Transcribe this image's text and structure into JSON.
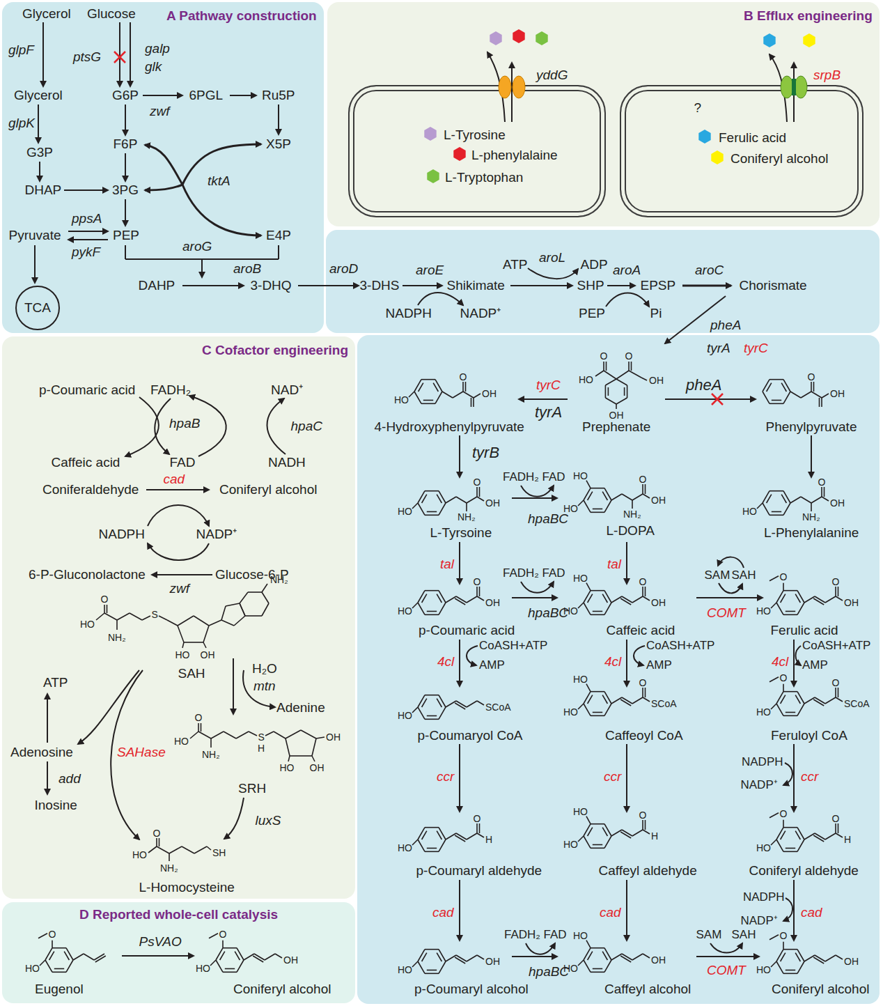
{
  "diagram": {
    "nodes": [
      {
        "text": [
          "A Pathway construction"
        ]
      },
      {
        "text": [
          "TCA"
        ],
        "in": 0
      },
      {
        "text": [
          "B Efflux engineering"
        ]
      },
      {
        "text": [
          "L-Tyrosine",
          "L-phenylalaine",
          "L-Tryptophan"
        ],
        "in": 2
      },
      {
        "text": [
          "?",
          "Ferulic acid",
          "Coniferyl alcohol"
        ],
        "in": 2
      },
      {
        "text": [
          "C Cofactor engineering"
        ]
      },
      {
        "text": [
          "D Reported whole-cell catalysis"
        ]
      }
    ],
    "labels": [
      "Glycerol",
      "Glucose",
      "glpF",
      "ptsG",
      "galp",
      "glk",
      "Glycerol",
      "G6P",
      "zwf",
      "6PGL",
      "Ru5P",
      "glpK",
      "G3P",
      "F6P",
      "X5P",
      "tktA",
      "DHAP",
      "3PG",
      "ppsA",
      "Pyruvate",
      "PEP",
      "E4P",
      "pykF",
      "aroG",
      "DAHP",
      "aroB",
      "3-DHQ",
      "aroD",
      "3-DHS",
      "aroE",
      "Shikimate",
      "ATP",
      "aroL",
      "ADP",
      "NADPH",
      "NADP⁺",
      "SHP",
      "aroA",
      "EPSP",
      "aroC",
      "Chorismate",
      "PEP",
      "Pi",
      "yddG",
      "srpB",
      "pheA",
      "tyrA",
      "tyrC",
      "tyrC",
      "tyrA",
      "4-Hydroxyphenylpyruvate",
      "Prephenate",
      "pheA",
      "Phenylpyruvate",
      "tyrB",
      "FADH₂",
      "FAD",
      "hpaBC",
      "L-Tyrsoine",
      "L-DOPA",
      "L-Phenylalanine",
      "tal",
      "tal",
      "SAM",
      "SAH",
      "FADH₂",
      "FAD",
      "hpaBC",
      "COMT",
      "p-Coumaric acid",
      "Caffeic acid",
      "Ferulic acid",
      "4cl",
      "CoASH+ATP",
      "AMP",
      "4cl",
      "CoASH+ATP",
      "AMP",
      "4cl",
      "CoASH+ATP",
      "AMP",
      "p-Coumaryol CoA",
      "Caffeoyl CoA",
      "Feruloyl CoA",
      "NADPH",
      "NADP⁺",
      "ccr",
      "ccr",
      "ccr",
      "p-Coumaryl aldehyde",
      "Caffeyl aldehyde",
      "Coniferyl aldehyde",
      "NADPH",
      "NADP⁺",
      "cad",
      "cad",
      "cad",
      "FADH₂",
      "FAD",
      "SAM",
      "SAH",
      "hpaBC",
      "COMT",
      "p-Coumaryl alcohol",
      "Caffeyl alcohol",
      "Coniferyl alcohol",
      "p-Coumaric acid",
      "FADH₂",
      "NAD⁺",
      "hpaB",
      "hpaC",
      "Caffeic acid",
      "FAD",
      "NADH",
      "Coniferaldehyde",
      "cad",
      "Coniferyl alcohol",
      "NADPH",
      "NADP⁺",
      "zwf",
      "6-P-Gluconolactone",
      "Glucose-6-P",
      "SAH",
      "H₂O",
      "mtn",
      "Adenine",
      "ATP",
      "Adenosine",
      "SAHase",
      "add",
      "Inosine",
      "SRH",
      "luxS",
      "L-Homocysteine",
      "PsVAO",
      "Eugenol",
      "Coniferyl alcohol",
      "HO",
      "O",
      "O",
      "OH",
      "OH",
      "HO",
      "O",
      "OH",
      "O",
      "OH",
      "HO",
      "O",
      "OH",
      "NH₂",
      "HO",
      "HO",
      "O",
      "OH",
      "NH₂",
      "HO",
      "O",
      "OH",
      "NH₂",
      "HO",
      "O",
      "OH",
      "HO",
      "HO",
      "O",
      "OH",
      "O",
      "HO",
      "O",
      "OH",
      "HO",
      "SCoA",
      "HO",
      "HO",
      "O",
      "SCoA",
      "O",
      "HO",
      "O",
      "SCoA",
      "HO",
      "O",
      "H",
      "HO",
      "HO",
      "O",
      "H",
      "O",
      "HO",
      "O",
      "H",
      "HO",
      "OH",
      "HO",
      "HO",
      "OH",
      "O",
      "HO",
      "OH",
      "O",
      "HO",
      "NH₂",
      "S",
      "HO",
      "OH",
      "NH₂",
      "O",
      "HO",
      "NH₂",
      "S",
      "H",
      "OH",
      "HO",
      "OH",
      "O",
      "HO",
      "NH₂",
      "SH",
      "O",
      "HO",
      "O",
      "HO",
      "OH"
    ]
  }
}
